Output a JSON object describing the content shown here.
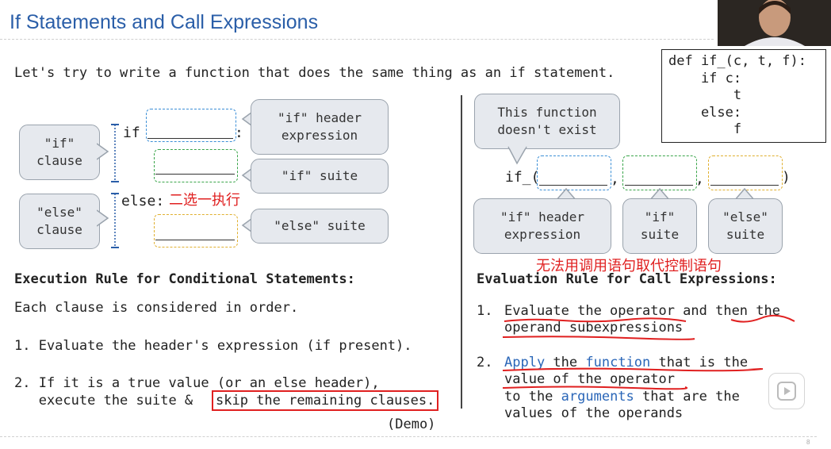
{
  "slide": {
    "title": "If Statements and Call Expressions",
    "intro": "Let's try to write a function that does the same thing as an if statement.",
    "page_number": "8"
  },
  "code": {
    "line1": "def if_(c, t, f):",
    "line2": "    if c:",
    "line3": "        t",
    "line4": "    else:",
    "line5": "        f"
  },
  "left_diagram": {
    "if_keyword": "if",
    "colon": ":",
    "else_keyword": "else:",
    "if_clause": "\"if\"\nclause",
    "else_clause": "\"else\"\nclause",
    "if_header": "\"if\" header\nexpression",
    "if_suite": "\"if\" suite",
    "else_suite": "\"else\" suite",
    "annotation": "二选一执行"
  },
  "right_diagram": {
    "bubble": "This function\ndoesn't exist",
    "call_prefix": "if_(",
    "comma1": ",",
    "comma2": ",",
    "close_paren": ")",
    "header_label": "\"if\" header\nexpression",
    "suite_label": "\"if\"\nsuite",
    "else_label": "\"else\"\nsuite",
    "annotation": "无法用调用语句取代控制语句"
  },
  "execution_rule": {
    "heading": "Execution Rule for Conditional Statements:",
    "line1": "Each clause is considered in order.",
    "step1": "1. Evaluate the header's expression (if present).",
    "step2a": "2. If it is a true value (or an else header),",
    "step2b_prefix": "   execute the suite & ",
    "step2b_boxed": "skip the remaining clauses.",
    "demo": "(Demo)"
  },
  "evaluation_rule": {
    "heading": "Evaluation Rule for Call Expressions:",
    "s1_num": "1.",
    "s1_a": "Evaluate the operator and then the",
    "s1_b": "operand subexpressions",
    "s2_num": "2.",
    "s2_w1": "Apply",
    "s2_w2": " the ",
    "s2_w3": "function",
    "s2_w4": " that is the",
    "s2_b": "value of the operator",
    "s2_c1": "to the ",
    "s2_c2": "arguments",
    "s2_c3": " that are the",
    "s2_d": "values of the operands"
  }
}
